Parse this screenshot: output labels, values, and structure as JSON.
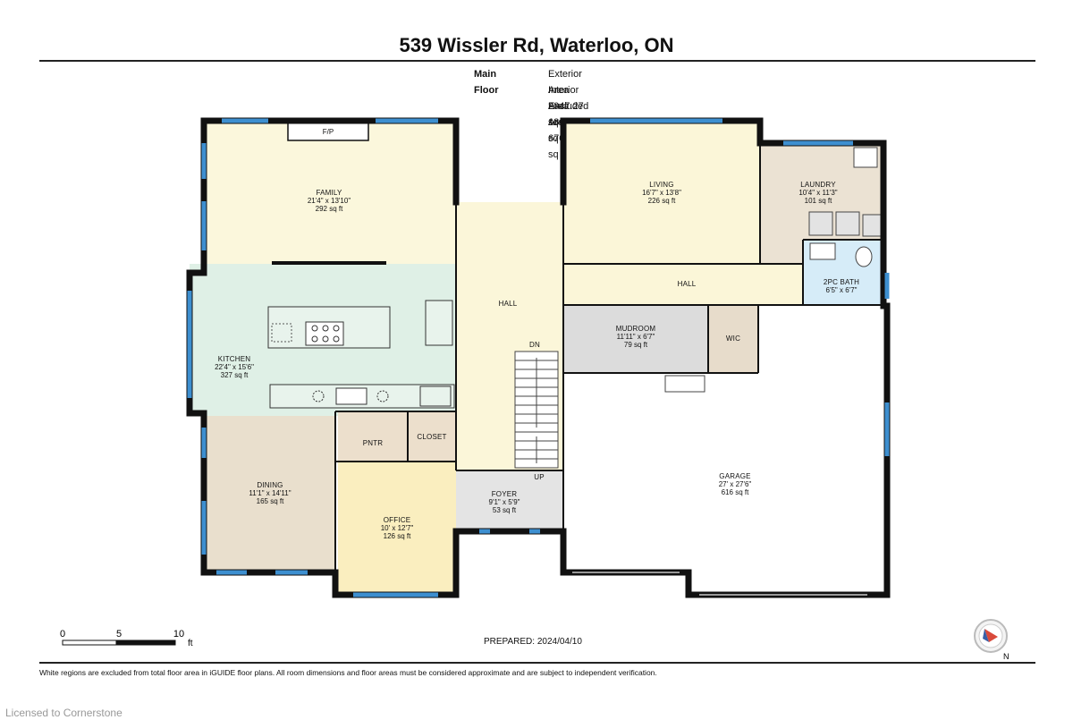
{
  "title": "539 Wissler Rd, Waterloo, ON",
  "floor_label": "Main Floor",
  "areas": {
    "exterior": "Exterior Area 2047.27 sq ft",
    "interior": "Interior Area 1866.41 sq ft",
    "excluded": "Excluded Area 670.42 sq ft"
  },
  "rooms": {
    "family": {
      "name": "FAMILY",
      "dims": "21'4\" x 13'10\"",
      "area": "292 sq ft"
    },
    "fireplace": "F/P",
    "kitchen": {
      "name": "KITCHEN",
      "dims": "22'4\" x 15'6\"",
      "area": "327 sq ft"
    },
    "dining": {
      "name": "DINING",
      "dims": "11'1\" x 14'11\"",
      "area": "165 sq ft"
    },
    "pantry": "PNTR",
    "closet": "CLOSET",
    "office": {
      "name": "OFFICE",
      "dims": "10' x 12'7\"",
      "area": "126 sq ft"
    },
    "hall_center": "HALL",
    "stairs_down": "DN",
    "stairs_up": "UP",
    "foyer": {
      "name": "FOYER",
      "dims": "9'1\" x 5'9\"",
      "area": "53 sq ft"
    },
    "living": {
      "name": "LIVING",
      "dims": "16'7\" x 13'8\"",
      "area": "226 sq ft"
    },
    "laundry": {
      "name": "LAUNDRY",
      "dims": "10'4\" x 11'3\"",
      "area": "101 sq ft"
    },
    "hall_east": "HALL",
    "bath": {
      "name": "2PC BATH",
      "dims": "6'5\" x 6'7\""
    },
    "mudroom": {
      "name": "MUDROOM",
      "dims": "11'11\" x 6'7\"",
      "area": "79 sq ft"
    },
    "wic": "WIC",
    "garage": {
      "name": "GARAGE",
      "dims": "27' x 27'6\"",
      "area": "616 sq ft"
    }
  },
  "scale": {
    "ticks": [
      "0",
      "5",
      "10"
    ],
    "unit": "ft"
  },
  "prepared": "PREPARED: 2024/04/10",
  "compass_label": "N",
  "disclaimer": "White regions are excluded from total floor area in iGUIDE floor plans. All room dimensions and floor areas must be considered approximate and are subject to independent verification.",
  "license": "Licensed to Cornerstone",
  "colors": {
    "family": "#fbf7dc",
    "kitchen": "#dff0e6",
    "dining": "#e9dfcd",
    "office": "#faeebf",
    "hall": "#fbf6d9",
    "foyer": "#e4e4e4",
    "living": "#fbf6d8",
    "laundry": "#ebe2d3",
    "bath": "#d6ecf8",
    "mudroom": "#dcdcdc",
    "wic": "#e7dccb",
    "closet": "#ecdfcc",
    "wall": "#111111",
    "window": "#3d8fd0"
  }
}
